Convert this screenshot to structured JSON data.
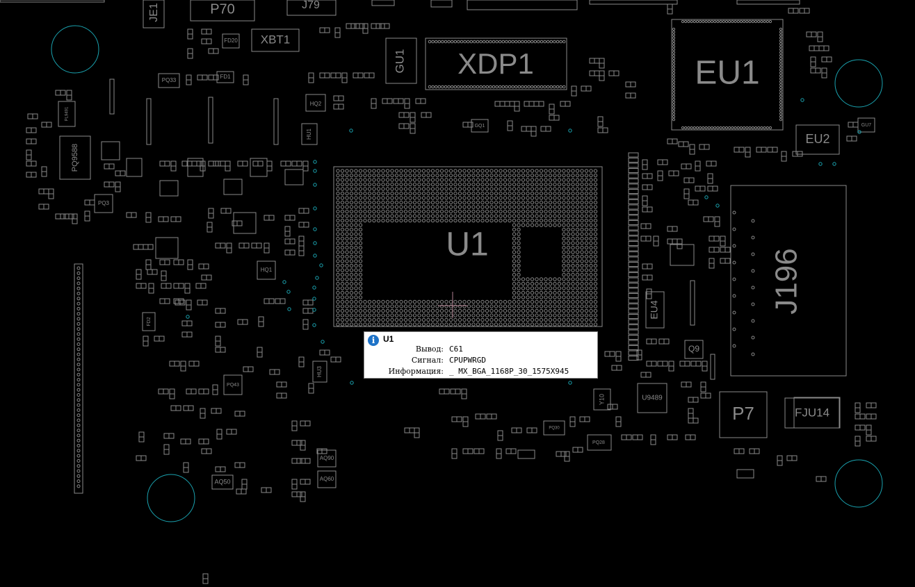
{
  "viewer": {
    "background": "#000000",
    "outline_color": "#8a8a8a",
    "via_color": "#1aa3b0",
    "components": {
      "cpu": "U1",
      "debug_port": "XDP1",
      "ec": "EU1",
      "ec2": "EU2",
      "connector_main": "J196",
      "top_p70": "P70",
      "top_je1": "JE1",
      "top_j79": "J79",
      "xbt1": "XBT1",
      "gu1": "GU1",
      "p7": "P7",
      "fju14": "FJU14",
      "eu4": "EU4",
      "q9": "Q9",
      "y10": "Y10",
      "u9489": "U9489",
      "fd20": "FD20",
      "fd1": "FD1",
      "pq33": "PQ33",
      "pq9588": "PQ9588",
      "pq3": "PQ3",
      "hq1": "HQ1",
      "hq2": "HQ2",
      "hu1": "HU1",
      "hu3": "HU3",
      "pq43": "PQ43",
      "aq50": "AQ50",
      "aq90": "AQ90",
      "aq60": "AQ60",
      "pq28": "PQ28",
      "pq30": "PQ30",
      "fd2": "FD2",
      "gq1": "GQ1",
      "gu7": "GU7",
      "pl9491": "PL9491"
    }
  },
  "tooltip": {
    "title": "U1",
    "icon": "info-icon",
    "rows": [
      {
        "label": "Вывод:",
        "value": "C61"
      },
      {
        "label": "Сигнал:",
        "value": "CPUPWRGD"
      },
      {
        "label": "Информация:",
        "value": "_ MX_BGA_1168P_30_1575X945"
      }
    ]
  }
}
